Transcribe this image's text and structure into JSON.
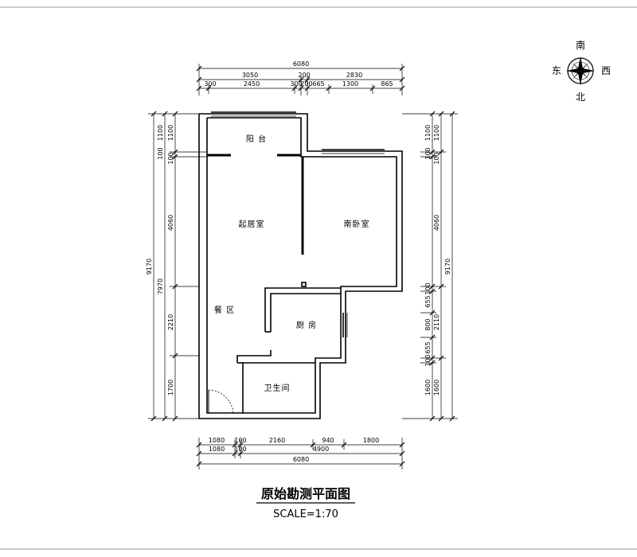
{
  "title": "原始勘测平面图",
  "scale": "SCALE=1:70",
  "compass": {
    "top": "南",
    "left": "东",
    "right": "西",
    "bottom": "北"
  },
  "rooms": {
    "balcony": "阳 台",
    "living": "起居室",
    "south_bedroom": "南卧室",
    "dining": "餐 区",
    "kitchen": "厨 房",
    "bathroom": "卫生间"
  },
  "dimensions": {
    "top_total": "6080",
    "top_row1": [
      "3050",
      "200",
      "2830"
    ],
    "top_row2": [
      "300",
      "2450",
      "300",
      "200",
      "665",
      "1300",
      "865"
    ],
    "bottom_row1": [
      "1080",
      "100",
      "2160",
      "940",
      "1800"
    ],
    "bottom_row2": [
      "1080",
      "100",
      "4900"
    ],
    "bottom_total": "6080",
    "left_total": "9170",
    "left_sub": "7970",
    "left_detail": [
      "1100",
      "100",
      "100",
      "4060",
      "2210",
      "1700"
    ],
    "right_total": "9170",
    "right_outer": [
      "1100",
      "4060",
      "2110",
      "1600"
    ],
    "right_inner": [
      "1100",
      "100",
      "100",
      "100",
      "655",
      "800",
      "655",
      "100",
      "1600"
    ]
  },
  "colors": {
    "line": "#000000",
    "frame": "#888888",
    "background": "#ffffff"
  }
}
